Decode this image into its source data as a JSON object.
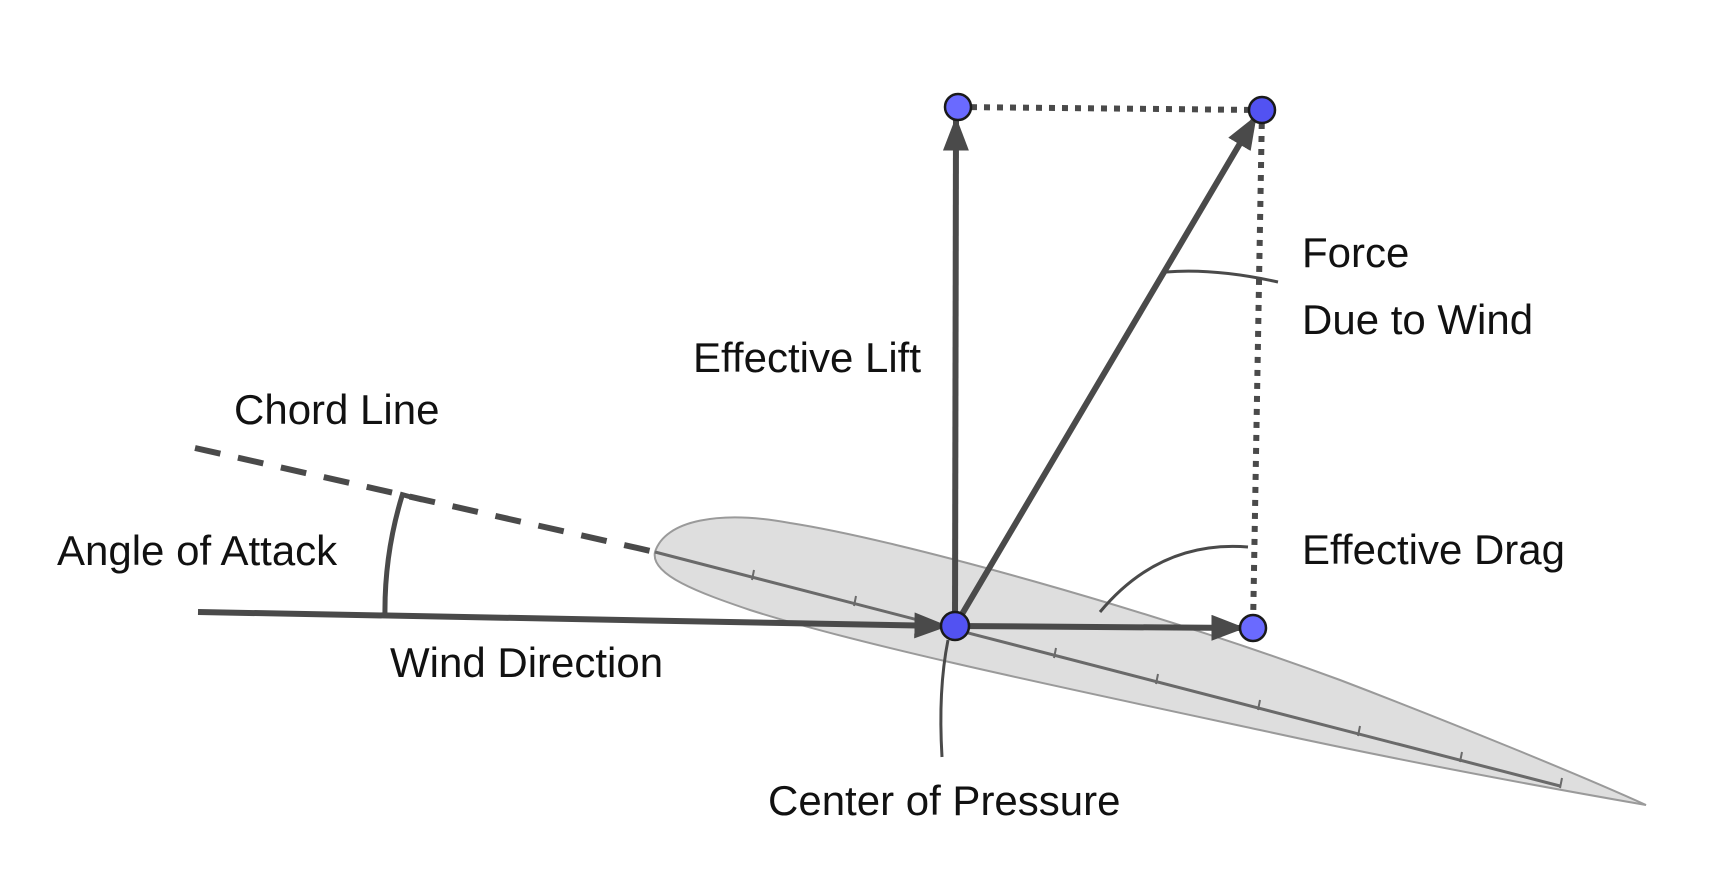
{
  "diagram": {
    "labels": {
      "chord_line": "Chord Line",
      "angle_of_attack": "Angle of Attack",
      "wind_direction": "Wind Direction",
      "effective_lift": "Effective Lift",
      "force_line1": "Force",
      "force_line2": "Due to Wind",
      "effective_drag": "Effective Drag",
      "center_of_pressure": "Center of Pressure"
    },
    "colors": {
      "line": "#4a4a4a",
      "airfoil_fill": "#dedede",
      "airfoil_stroke": "#9a9a9a",
      "point_fill": "#6a6aff",
      "point_stroke": "#1a1a1a"
    }
  }
}
